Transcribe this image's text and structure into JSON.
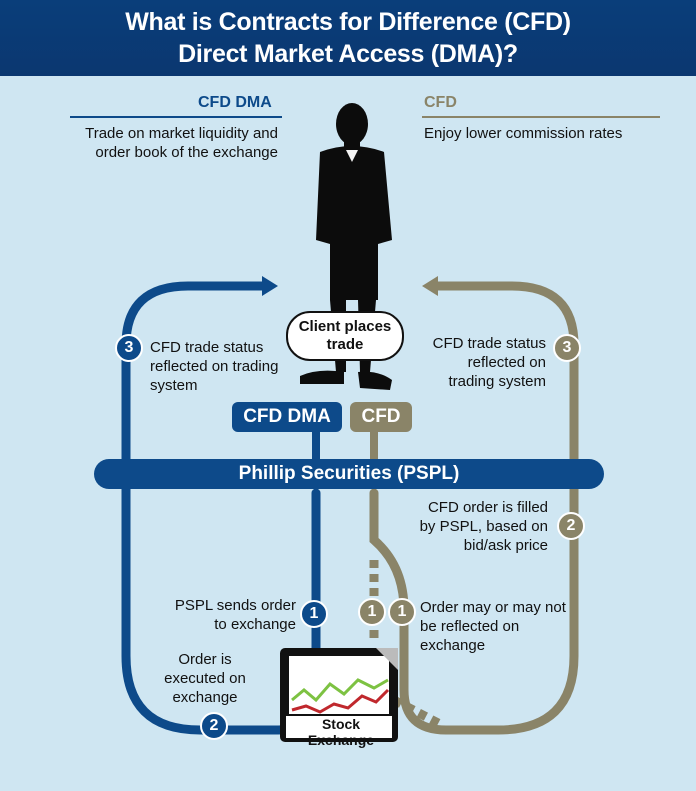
{
  "title": {
    "line1": "What is Contracts for Difference (CFD)",
    "line2": "Direct Market Access (DMA)?"
  },
  "left_column": {
    "heading": "CFD DMA",
    "description": "Trade on market liquidity and order book of the exchange"
  },
  "right_column": {
    "heading": "CFD",
    "description": "Enjoy lower commission rates"
  },
  "client_bubble": "Client places trade",
  "tags": {
    "dma": "CFD DMA",
    "cfd": "CFD"
  },
  "broker_bar": "Phillip Securities (PSPL)",
  "dma_flow": {
    "step1_number": "1",
    "step1_text": "PSPL sends order to exchange",
    "step2_number": "2",
    "step2_text": "Order is executed on exchange",
    "step3_number": "3",
    "step3_text": "CFD trade status reflected on trading system"
  },
  "cfd_flow": {
    "step1_number": "1",
    "step1_number_alt": "1",
    "step1_text": "Order may or may not be reflected on exchange",
    "step2_number": "2",
    "step2_text": "CFD order is filled by PSPL, based on bid/ask price",
    "step3_number": "3",
    "step3_text": "CFD trade status reflected on trading system"
  },
  "exchange_label": "Stock Exchange",
  "colors": {
    "dma": "#0d4a8a",
    "cfd": "#8a8468",
    "banner": "#0b3770",
    "background": "#cfe6f2"
  }
}
